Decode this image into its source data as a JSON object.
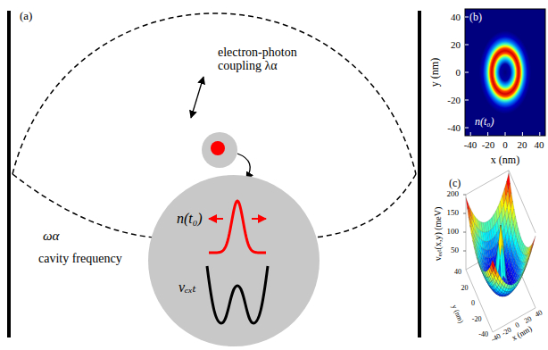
{
  "diagram": {
    "nodes": [
      {
        "text": [
          "n(t₀)",
          "vₑₓₜ"
        ]
      }
    ],
    "labels": [
      "(a)",
      "electron-photon coupling λα",
      "ωα",
      "cavity frequency",
      "(b)",
      "40",
      "20",
      "0",
      "-20",
      "-40",
      "-40",
      "-20",
      "0",
      "20",
      "40",
      "y (nm)",
      "x (nm)",
      "n(t₀)",
      "(c)",
      "vₑₓₜ(x,y) (meV)",
      "200",
      "150",
      "100",
      "50",
      "-40",
      "-20",
      "0",
      "20",
      "40",
      "y (nm)",
      "-40",
      "-20",
      "0",
      "20",
      "40",
      "x (nm)"
    ]
  }
}
